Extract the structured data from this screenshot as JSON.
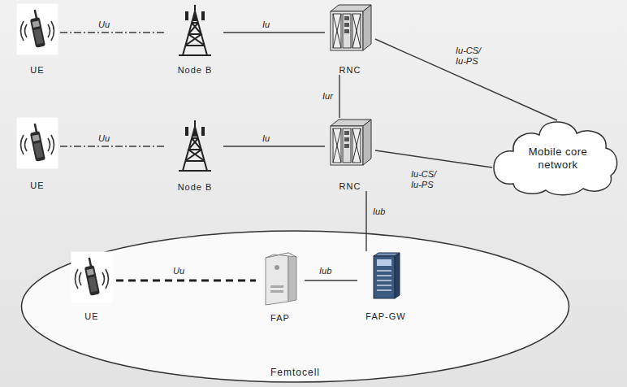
{
  "diagram": {
    "nodes": [
      {
        "text": [
          "UE"
        ]
      },
      {
        "text": [
          "Node B"
        ]
      },
      {
        "text": [
          "RNC"
        ]
      },
      {
        "text": [
          "UE"
        ]
      },
      {
        "text": [
          "Node B"
        ]
      },
      {
        "text": [
          "RNC"
        ]
      },
      {
        "text": [
          "Mobile core network"
        ]
      },
      {
        "text": [
          "Femtocell"
        ]
      },
      {
        "text": [
          "UE"
        ],
        "in": 7
      },
      {
        "text": [
          "FAP"
        ],
        "in": 7
      },
      {
        "text": [
          "FAP-GW"
        ],
        "in": 7
      }
    ],
    "edges": [
      {
        "from": 0,
        "to": 1,
        "label": "Uu",
        "arrow": "none"
      },
      {
        "from": 1,
        "to": 2,
        "label": "Iu",
        "arrow": "none"
      },
      {
        "from": 2,
        "to": 6,
        "label": "Iu-CS/ Iu-PS",
        "arrow": "none"
      },
      {
        "from": 2,
        "to": 5,
        "label": "Iur",
        "arrow": "none"
      },
      {
        "from": 3,
        "to": 4,
        "label": "Uu",
        "arrow": "none"
      },
      {
        "from": 4,
        "to": 5,
        "label": "Iu",
        "arrow": "none"
      },
      {
        "from": 5,
        "to": 6,
        "label": "Iu-CS/ Iu-PS",
        "arrow": "none"
      },
      {
        "from": 5,
        "to": 10,
        "label": "Iub",
        "arrow": "none"
      },
      {
        "from": 8,
        "to": 9,
        "label": "Uu",
        "arrow": "none"
      },
      {
        "from": 9,
        "to": 10,
        "label": "Iub",
        "arrow": "none"
      }
    ]
  }
}
